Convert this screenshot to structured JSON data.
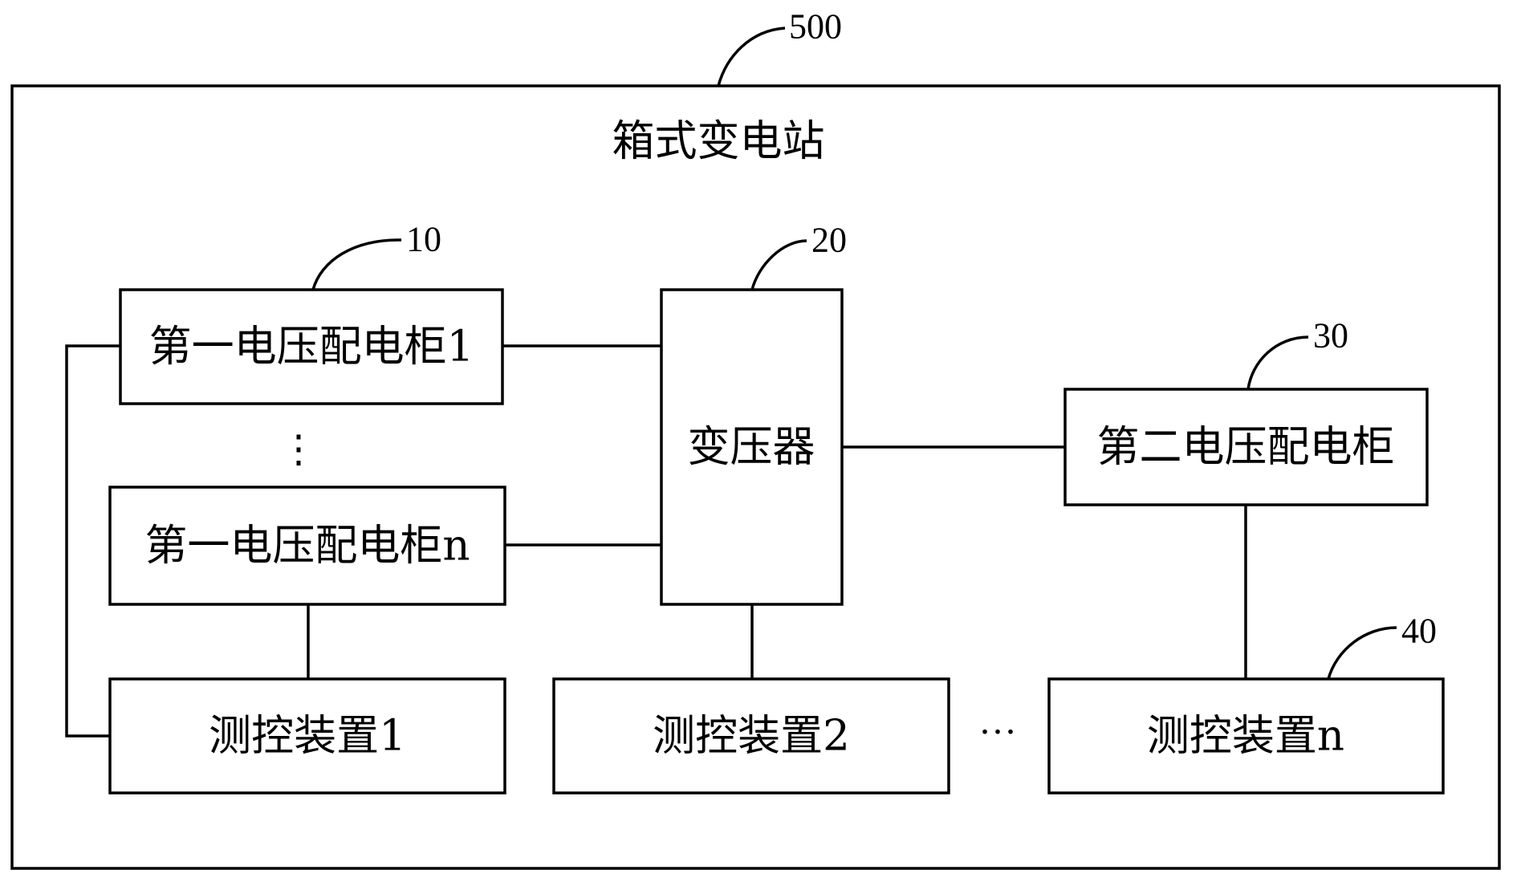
{
  "diagram": {
    "station": {
      "ref": "500",
      "title": "箱式变电站"
    },
    "boxes": {
      "first_cabinet_1": {
        "label": "第一电压配电柜1",
        "ref": "10"
      },
      "first_cabinet_n": {
        "label": "第一电压配电柜n"
      },
      "transformer": {
        "label": "变压器",
        "ref": "20"
      },
      "second_cabinet": {
        "label": "第二电压配电柜",
        "ref": "30"
      },
      "control_device_1": {
        "label": "测控装置1"
      },
      "control_device_2": {
        "label": "测控装置2"
      },
      "control_device_n": {
        "label": "测控装置n",
        "ref": "40"
      }
    },
    "ellipsis_vertical": "⋮",
    "ellipsis_horizontal": "···"
  }
}
